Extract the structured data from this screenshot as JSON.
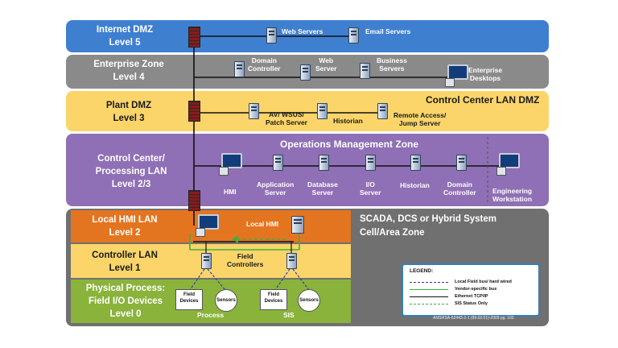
{
  "zones": {
    "internet": {
      "label_line1": "Internet DMZ",
      "label_line2": "Level 5",
      "color": "#3f7fd0"
    },
    "enterprise": {
      "label_line1": "Enterprise Zone",
      "label_line2": "Level 4",
      "color": "#8a8a8a"
    },
    "plant": {
      "label_line1": "Plant DMZ",
      "label_line2": "Level 3",
      "title": "Control Center LAN DMZ",
      "color": "#fbd56a"
    },
    "control": {
      "label_line1": "Control Center/",
      "label_line2": "Processing LAN",
      "label_line3": "Level 2/3",
      "title": "Operations Management Zone",
      "color": "#8f6fb5"
    },
    "local_hmi": {
      "label_line1": "Local HMI LAN",
      "label_line2": "Level 2",
      "color": "#e47520"
    },
    "controller": {
      "label_line1": "Controller LAN",
      "label_line2": "Level 1",
      "color": "#fbd56a"
    },
    "physical": {
      "label_line1": "Physical Process:",
      "label_line2": "Field I/O Devices",
      "label_line3": "Level 0",
      "color": "#8ab33b"
    },
    "scada": {
      "title_line1": "SCADA, DCS or Hybrid System",
      "title_line2": "Cell/Area Zone",
      "color": "#707070"
    }
  },
  "nodes": {
    "web_servers": "Web Servers",
    "email_servers": "Email Servers",
    "domain_controller": [
      "Domain",
      "Controller"
    ],
    "web_server": [
      "Web",
      "Server"
    ],
    "business_servers": [
      "Business",
      "Servers"
    ],
    "enterprise_desktops": [
      "Enterprise",
      "Desktops"
    ],
    "av_wsus": [
      "AV/ WSUS/",
      "Patch Server"
    ],
    "historian_l3": "Historian",
    "remote_access": [
      "Remote Access/",
      "Jump Server"
    ],
    "hmi": "HMI",
    "app_server": [
      "Application",
      "Server"
    ],
    "db_server": [
      "Database",
      "Server"
    ],
    "io_server": [
      "I/O",
      "Server"
    ],
    "historian_l2": "Historian",
    "domain_controller_l2": [
      "Domain",
      "Controller"
    ],
    "eng_workstation": [
      "Engineering",
      "Workstation"
    ],
    "local_hmi": "Local HMI",
    "field_controllers": [
      "Field",
      "Controllers"
    ],
    "field_devices_1": [
      "Field",
      "Devices"
    ],
    "sensors_1": "Sensors",
    "field_devices_2": [
      "Field",
      "Devices"
    ],
    "sensors_2": "Sensors",
    "process": "Process",
    "sis": "SIS"
  },
  "legend": {
    "title": "LEGEND:",
    "items": [
      {
        "label": "Local Field bus/ hard wired",
        "color": "#3a3aa8",
        "style": "dashed"
      },
      {
        "label": "Vendor-specific bus",
        "color": "#3db13d",
        "style": "solid"
      },
      {
        "label": "Ethernet TCP/IP",
        "color": "#111111",
        "style": "solid"
      },
      {
        "label": "SIS Status Only",
        "color": "#3db13d",
        "style": "dashed"
      }
    ]
  },
  "citation": "ANSI/ISA-62443-2-1 (99.02.01)-2009  pg. 102",
  "colors": {
    "ethernet": "#111111",
    "vendor_bus": "#3db13d",
    "fieldbus": "#3a3aa8"
  }
}
